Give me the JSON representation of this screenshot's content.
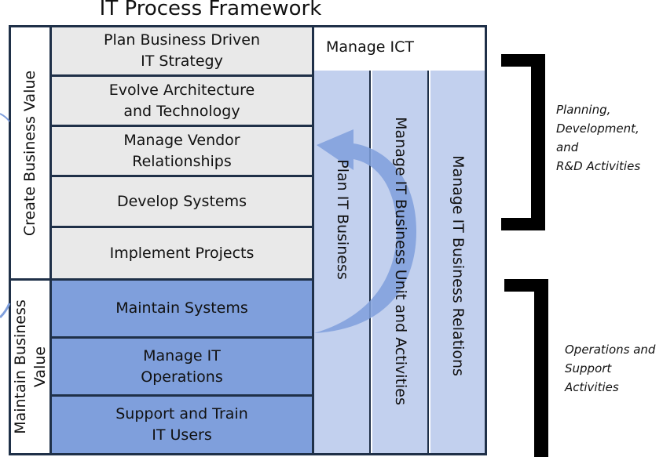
{
  "title": "IT Process Framework",
  "left_labels": {
    "create": "Create Business Value",
    "maintain_line1": "Maintain Business",
    "maintain_line2": "Value"
  },
  "processes": [
    {
      "line1": "Plan Business Driven",
      "line2": "IT Strategy",
      "group": "create"
    },
    {
      "line1": "Evolve Architecture",
      "line2": "and Technology",
      "group": "create"
    },
    {
      "line1": "Manage Vendor",
      "line2": "Relationships",
      "group": "create"
    },
    {
      "line1": "Develop Systems",
      "line2": "",
      "group": "create"
    },
    {
      "line1": "Implement Projects",
      "line2": "",
      "group": "create"
    },
    {
      "line1": "Maintain Systems",
      "line2": "",
      "group": "maintain"
    },
    {
      "line1": "Manage IT",
      "line2": "Operations",
      "group": "maintain"
    },
    {
      "line1": "Support and Train",
      "line2": "IT Users",
      "group": "maintain"
    }
  ],
  "manage_ict": "Manage ICT",
  "columns": {
    "plan_it_business": "Plan IT Business",
    "business_unit": "Manage IT Business Unit and Activities",
    "business_relations": "Manage IT Business Relations"
  },
  "brackets": {
    "planning_line1": "Planning,",
    "planning_line2": "Development, and",
    "planning_line3": "R&D Activities",
    "operations_line1": "Operations and",
    "operations_line2": "Support Activities"
  },
  "colors": {
    "border": "#1f3048",
    "create_fill": "#e9e9e9",
    "maintain_fill": "#7f9fdc",
    "column_fill": "#c2d0ee",
    "arrow": "#7f9fdc"
  }
}
